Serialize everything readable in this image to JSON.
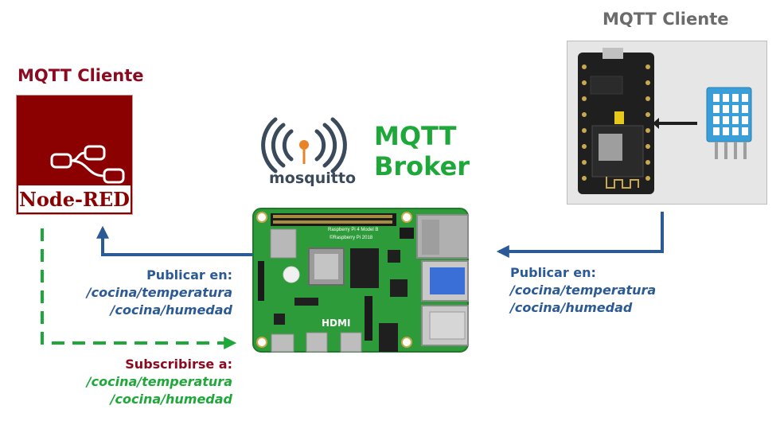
{
  "left_client": {
    "title": "MQTT Cliente",
    "app_label": "Node-RED"
  },
  "right_client": {
    "title": "MQTT Cliente"
  },
  "broker": {
    "line1": "MQTT",
    "line2": "Broker",
    "logo_text": "mosquitto"
  },
  "publish_left": {
    "heading": "Publicar en:",
    "topics": [
      "/cocina/temperatura",
      "/cocina/humedad"
    ]
  },
  "subscribe_left": {
    "heading": "Subscribirse a:",
    "topics": [
      "/cocina/temperatura",
      "/cocina/humedad"
    ]
  },
  "publish_right": {
    "heading": "Publicar en:",
    "topics": [
      "/cocina/temperatura",
      "/cocina/humedad"
    ]
  },
  "board": {
    "model_text": "Raspberry Pi 4 Model B",
    "copyright_text": "©Raspberry Pi 2018",
    "hdmi_text": "HDMI"
  },
  "colors": {
    "nodered_red": "#8b0a1f",
    "broker_green": "#1fa83a",
    "publish_blue": "#2c5a96",
    "pcb_green": "#2e9b3a",
    "dht_blue": "#3a9fd8"
  }
}
